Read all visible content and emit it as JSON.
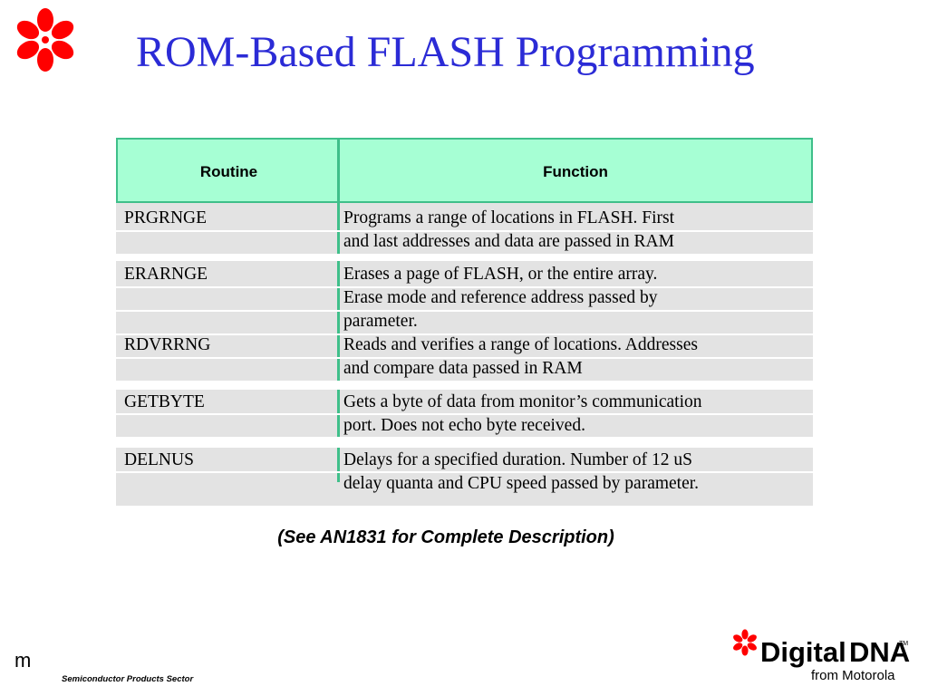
{
  "slide": {
    "title": "ROM-Based FLASH Programming",
    "note": "(See AN1831 for Complete Description)",
    "footer_mark": "m",
    "footer_sector": "Semiconductor Products Sector"
  },
  "table": {
    "headers": {
      "routine": "Routine",
      "function": "Function"
    },
    "rows": [
      {
        "routine": "PRGRNGE",
        "function": "Programs a range of locations in FLASH.  First\nand last addresses and data are passed in RAM"
      },
      {
        "routine": "ERARNGE",
        "function": "Erases a page of FLASH, or the entire array.\nErase mode and reference address passed by\nparameter."
      },
      {
        "routine": "RDVRRNG",
        "function": "Reads and verifies a range of locations.  Addresses\nand compare data passed in RAM"
      },
      {
        "routine": "GETBYTE",
        "function": "Gets a byte of data from monitor’s communication\nport.  Does not echo byte received."
      },
      {
        "routine": "DELNUS",
        "function": "Delays for a specified duration.  Number of 12 uS\ndelay quanta and CPU speed passed by parameter."
      }
    ]
  },
  "logo": {
    "text_digital": "Digital",
    "text_dna": "DNA",
    "tm": "TM",
    "subtitle": "from Motorola",
    "accent_color": "#ff0000"
  },
  "colors": {
    "title": "#2b2bd6",
    "header_fill": "#a6ffd4",
    "header_border": "#3fbf8a",
    "row_fill": "#e3e3e3",
    "logo_red": "#ff0000"
  }
}
